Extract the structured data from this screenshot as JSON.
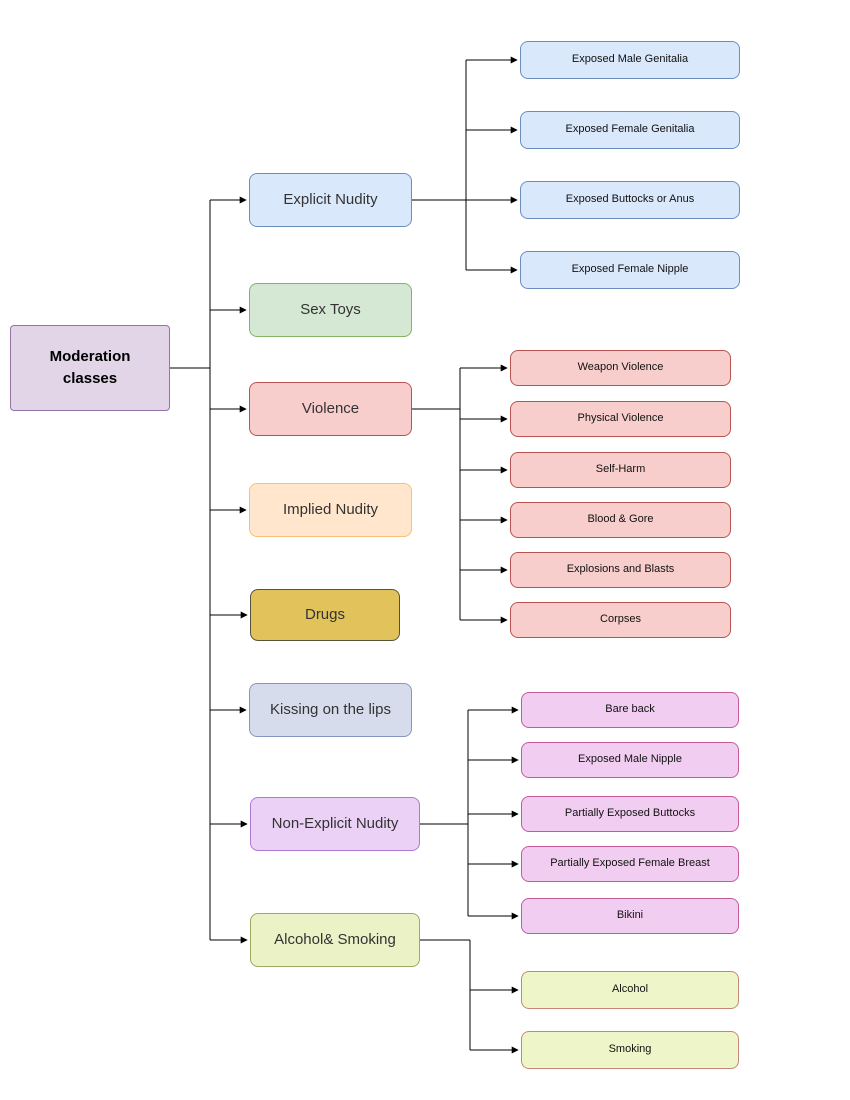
{
  "diagram": {
    "root": {
      "label": "Moderation classes"
    },
    "branches": [
      {
        "label": "Explicit Nudity",
        "children": [
          "Exposed Male Genitalia",
          "Exposed Female Genitalia",
          "Exposed Buttocks or Anus",
          "Exposed Female Nipple"
        ]
      },
      {
        "label": "Sex Toys",
        "children": []
      },
      {
        "label": "Violence",
        "children": [
          "Weapon Violence",
          "Physical Violence",
          "Self-Harm",
          "Blood & Gore",
          "Explosions and Blasts",
          "Corpses"
        ]
      },
      {
        "label": "Implied Nudity",
        "children": []
      },
      {
        "label": "Drugs",
        "children": []
      },
      {
        "label": "Kissing on the lips",
        "children": []
      },
      {
        "label": "Non-Explicit Nudity",
        "children": [
          "Bare back",
          "Exposed Male Nipple",
          "Partially Exposed Buttocks",
          "Partially Exposed Female Breast",
          "Bikini"
        ]
      },
      {
        "label": "Alcohol& Smoking",
        "children": [
          "Alcohol",
          "Smoking"
        ]
      }
    ],
    "colors": {
      "root": {
        "fill": "#E1D5E7",
        "stroke": "#9673A6"
      },
      "explicit_nudity": {
        "fill": "#DAE8FC",
        "stroke": "#6C8EBF"
      },
      "sex_toys": {
        "fill": "#D5E8D4",
        "stroke": "#82B366"
      },
      "violence": {
        "fill": "#F8CECC",
        "stroke": "#B85450"
      },
      "implied_nudity": {
        "fill": "#FFE6CC",
        "stroke": "#F3C277"
      },
      "drugs": {
        "fill": "#E2C35B",
        "stroke": "#57533B"
      },
      "kissing_on_the_lips": {
        "fill": "#D6DCEC",
        "stroke": "#8A94C2"
      },
      "non_explicit_nudity": {
        "fill": "#EAD1F5",
        "stroke": "#B178D2"
      },
      "non_explicit_children": {
        "fill": "#F1CEF1",
        "stroke": "#C35B99"
      },
      "alcohol_smoking": {
        "fill": "#EAF2C6",
        "stroke": "#9FA864"
      },
      "alcohol_children": {
        "fill": "#EDF5C9",
        "stroke": "#C68876"
      },
      "connector": "#000000"
    }
  }
}
